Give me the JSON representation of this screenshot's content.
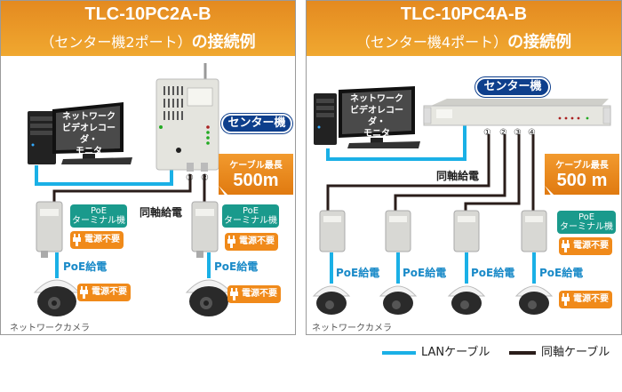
{
  "colors": {
    "header_orange": "#ec9a28",
    "lan_cable": "#1ab0e6",
    "coax_cable": "#2a1d1a",
    "center_pill": "#0e3f8c",
    "terminal_teal": "#1a9a8c",
    "power_tag": "#f08a1a"
  },
  "left": {
    "model": "TLC-10PC2A-B",
    "subtitle_plain": "（センター機2ポート）",
    "subtitle_bold": "の接続例",
    "monitor_label": [
      "ネットワーク",
      "ビデオレコーダ・",
      "モニタ"
    ],
    "center_label": "センター機",
    "cable_max_label": "ケーブル最長",
    "cable_max_value": "500m",
    "ports": [
      "①",
      "②"
    ],
    "coax_power_label": "同軸給電",
    "terminal_label": [
      "PoE",
      "ターミナル機"
    ],
    "no_power_label": "電源不要",
    "poe_power_label": "PoE給電",
    "camera_label": "ネットワークカメラ",
    "icons": [
      "pc-tower-icon",
      "monitor-icon",
      "center-unit-icon",
      "terminal-unit-icon",
      "dome-camera-icon",
      "power-plug-icon"
    ]
  },
  "right": {
    "model": "TLC-10PC4A-B",
    "subtitle_plain": "（センター機4ポート）",
    "subtitle_bold": "の接続例",
    "monitor_label": [
      "ネットワーク",
      "ビデオレコーダ・",
      "モニタ"
    ],
    "center_label": "センター機",
    "cable_max_label": "ケーブル最長",
    "cable_max_value": "500 m",
    "ports": [
      "①",
      "②",
      "③",
      "④"
    ],
    "coax_power_label": "同軸給電",
    "terminal_label": [
      "PoE",
      "ターミナル機"
    ],
    "no_power_label": "電源不要",
    "poe_power_label": "PoE給電",
    "camera_label": "ネットワークカメラ",
    "icons": [
      "pc-tower-icon",
      "monitor-icon",
      "rack-center-unit-icon",
      "terminal-unit-icon",
      "dome-camera-icon",
      "power-plug-icon"
    ]
  },
  "legend": {
    "lan": "LANケーブル",
    "coax": "同軸ケーブル"
  }
}
